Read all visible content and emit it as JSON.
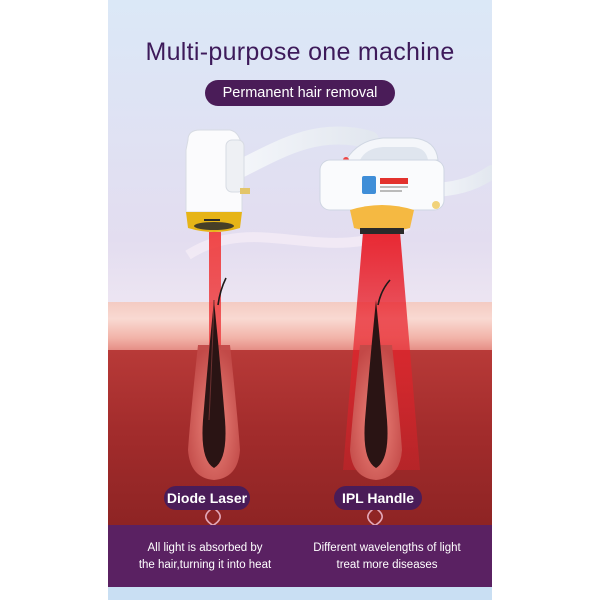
{
  "title": "Multi-purpose one machine",
  "subtitle": "Permanent hair removal",
  "handles": [
    {
      "label": "Diode Laser",
      "description_lines": [
        "All light is absorbed by",
        "the hair,turning it into heat"
      ]
    },
    {
      "label": "IPL Handle",
      "description_lines": [
        "Different wavelengths of light",
        "treat more diseases"
      ]
    }
  ],
  "colors": {
    "accent_purple": "#4a1c58",
    "title_purple": "#3d1a5a",
    "laser_red": "#e8222a",
    "ipl_yellow": "#f5b942",
    "diode_gold": "#e6b417",
    "skin_surface": "#f4cbc2",
    "dermis_red": "#a32c2c"
  }
}
